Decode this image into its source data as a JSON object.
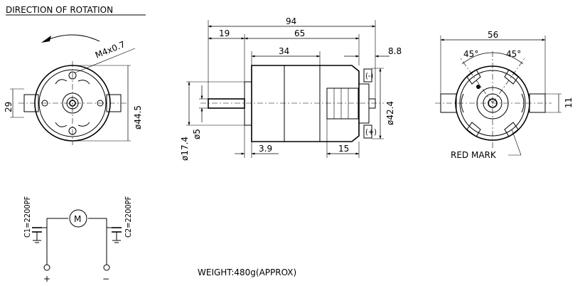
{
  "title": "DIRECTION OF ROTATION",
  "front_view": {
    "thread_label": "M4x0.7",
    "dim_width": "29",
    "dim_diameter": "ø44.5"
  },
  "side_view": {
    "dim_total": "94",
    "dim_shaft": "19",
    "dim_body": "65",
    "dim_magnet": "34",
    "dim_tail": "8.8",
    "dim_boss": "3.9",
    "dim_end": "15",
    "dim_boss_dia": "ø17.4",
    "dim_shaft_dia": "ø5",
    "dim_body_dia": "ø42.4",
    "terminal_neg": "(-)",
    "terminal_pos": "(+)"
  },
  "rear_view": {
    "dim_width": "56",
    "angle_left": "45°",
    "angle_right": "45°",
    "dim_terminal": "11",
    "red_mark_label": "RED MARK"
  },
  "schematic": {
    "motor_symbol": "M",
    "cap1_label": "C1=2200PF",
    "cap2_label": "C2=2200PF",
    "plus": "+",
    "minus": "−"
  },
  "weight": "WEIGHT:480g(APPROX)"
}
